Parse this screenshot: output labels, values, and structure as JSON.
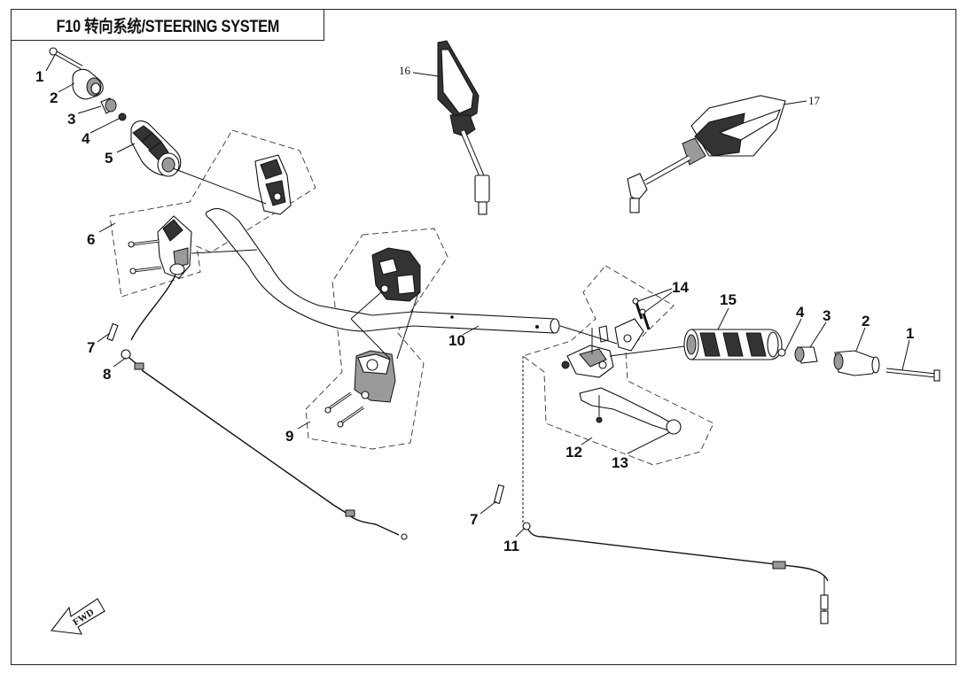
{
  "diagram": {
    "title": "F10 转向系统/STEERING SYSTEM",
    "direction_label": "FWD",
    "callouts": [
      {
        "id": "c1-left",
        "text": "1"
      },
      {
        "id": "c2-left",
        "text": "2"
      },
      {
        "id": "c3-left",
        "text": "3"
      },
      {
        "id": "c4-left",
        "text": "4"
      },
      {
        "id": "c5",
        "text": "5"
      },
      {
        "id": "c6",
        "text": "6"
      },
      {
        "id": "c7-left",
        "text": "7"
      },
      {
        "id": "c8",
        "text": "8"
      },
      {
        "id": "c9",
        "text": "9"
      },
      {
        "id": "c10",
        "text": "10"
      },
      {
        "id": "c11",
        "text": "11"
      },
      {
        "id": "c7-right",
        "text": "7"
      },
      {
        "id": "c12",
        "text": "12"
      },
      {
        "id": "c13",
        "text": "13"
      },
      {
        "id": "c14",
        "text": "14"
      },
      {
        "id": "c15",
        "text": "15"
      },
      {
        "id": "c4-right",
        "text": "4"
      },
      {
        "id": "c3-right",
        "text": "3"
      },
      {
        "id": "c2-right",
        "text": "2"
      },
      {
        "id": "c1-right",
        "text": "1"
      },
      {
        "id": "c16",
        "text": "16"
      },
      {
        "id": "c17",
        "text": "17"
      }
    ]
  }
}
